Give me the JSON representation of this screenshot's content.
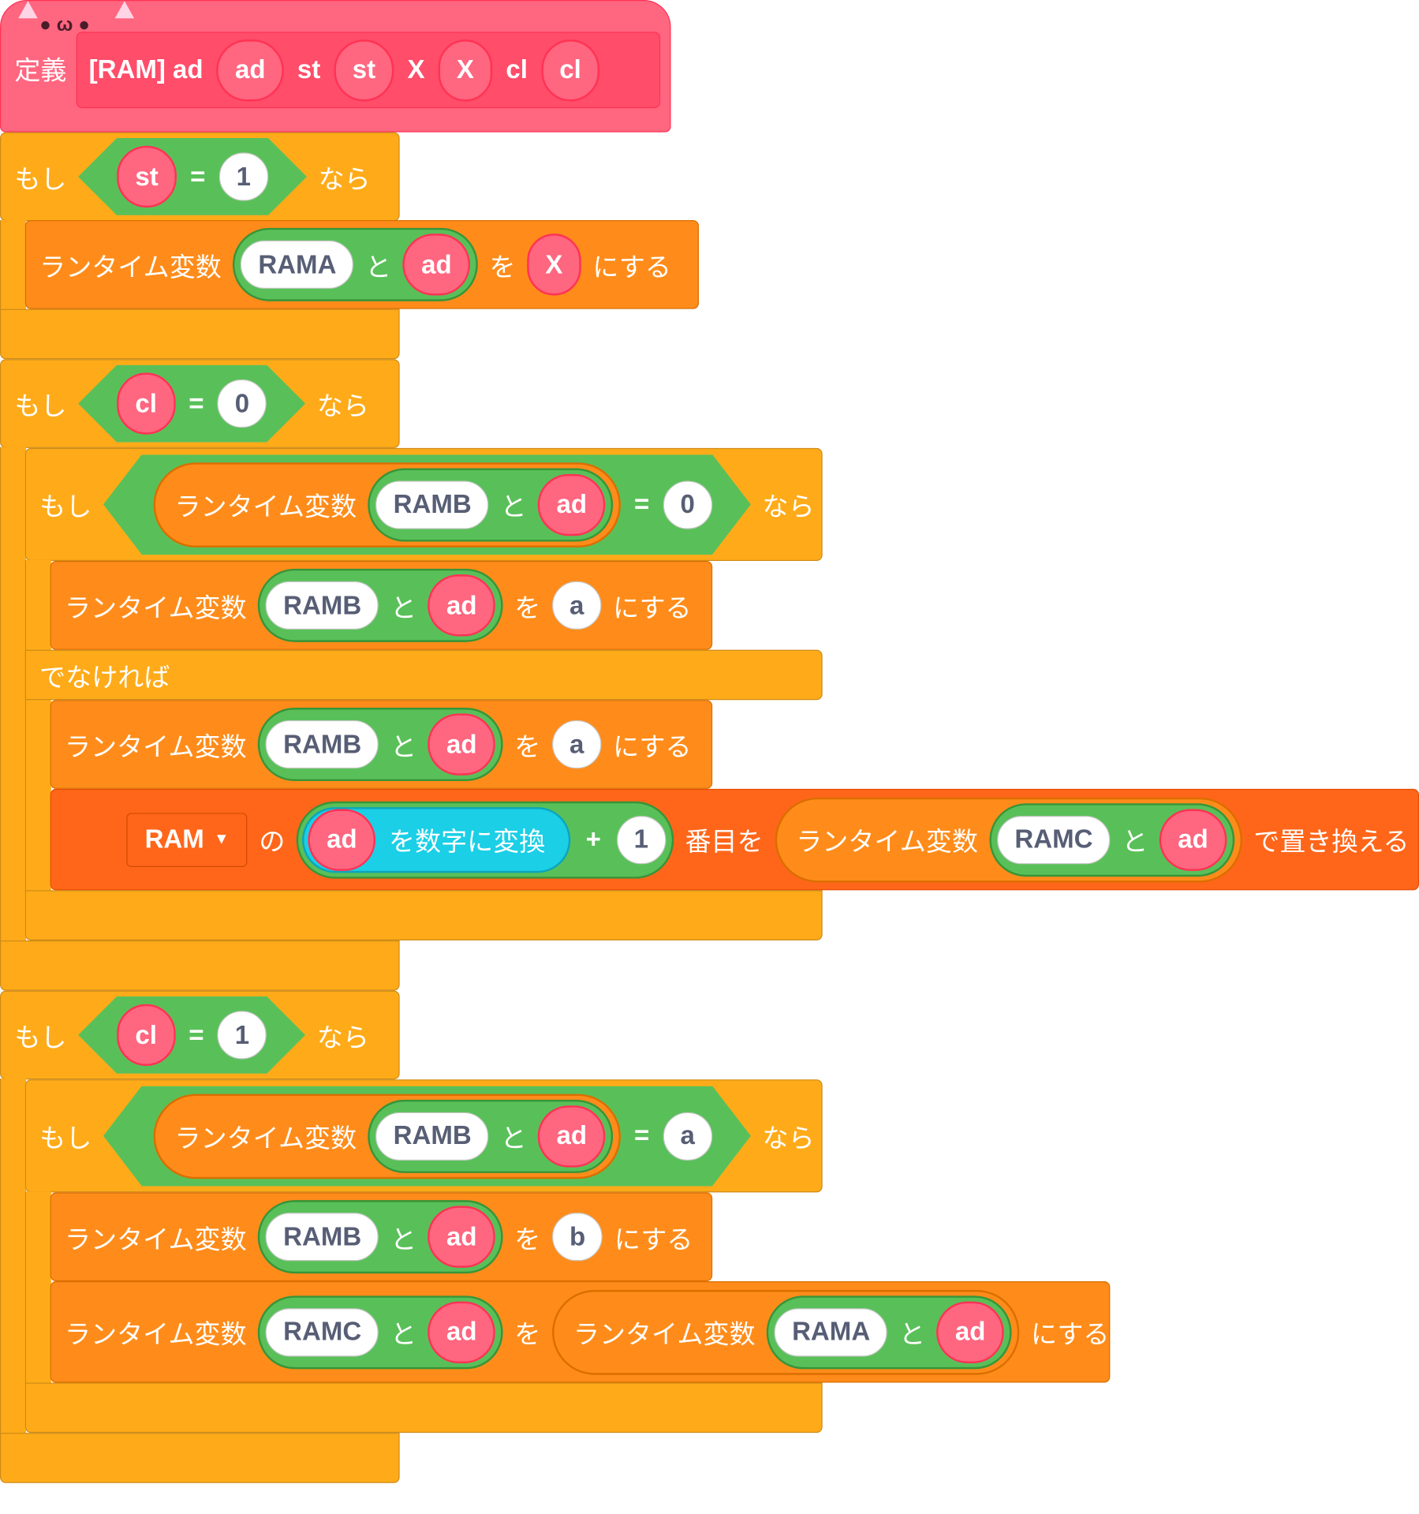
{
  "hat": {
    "define": "定義",
    "name": "[RAM] ad",
    "arg_ad": "ad",
    "lbl_st": "st",
    "arg_st": "st",
    "lbl_x": "X",
    "arg_x": "X",
    "lbl_cl": "cl",
    "arg_cl": "cl"
  },
  "words": {
    "if": "もし",
    "then": "なら",
    "eq": "=",
    "plus": "+",
    "runtime_var": "ランタイム変数",
    "and": "と",
    "wo": "を",
    "set_to": "にする",
    "else": "でなければ",
    "of": "の",
    "to_number": "を数字に変換",
    "nth": "番目を",
    "replace_with": "で置き換える"
  },
  "if1": {
    "var": "st",
    "value": "1",
    "stmt": {
      "list": "RAMA",
      "key": "ad",
      "value": "X"
    }
  },
  "if2": {
    "var": "cl",
    "value": "0",
    "inner": {
      "list": "RAMB",
      "key": "ad",
      "cmp": "0",
      "then_stmt": {
        "list": "RAMB",
        "key": "ad",
        "value": "a"
      },
      "else_stmt": {
        "list": "RAMB",
        "key": "ad",
        "value": "a"
      },
      "replace": {
        "dropdown": "RAM",
        "item": "ad",
        "add": "1",
        "list": "RAMC",
        "key": "ad"
      }
    }
  },
  "if3": {
    "var": "cl",
    "value": "1",
    "inner": {
      "list": "RAMB",
      "key": "ad",
      "cmp": "a",
      "stmt1": {
        "list": "RAMB",
        "key": "ad",
        "value": "b"
      },
      "stmt2": {
        "list": "RAMC",
        "key": "ad",
        "src_list": "RAMA",
        "src_key": "ad"
      }
    }
  },
  "colors": {
    "custom": "#FF6680",
    "control": "#FFAB19",
    "data": "#FF8C1A",
    "list": "#FF661A",
    "operator": "#59C059",
    "sensing": "#1ACFE6"
  }
}
